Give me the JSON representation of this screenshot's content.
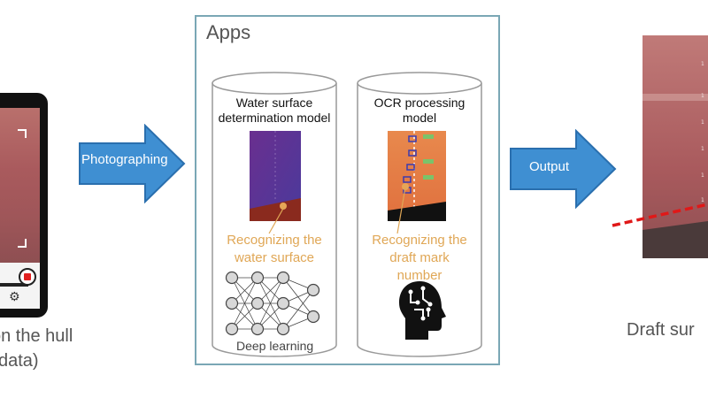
{
  "left": {
    "caption_line1": "on the hull",
    "caption_line2": "data)"
  },
  "arrows": {
    "photographing": "Photographing",
    "output": "Output"
  },
  "apps": {
    "title": "Apps",
    "water_model": {
      "title_line1": "Water surface",
      "title_line2": "determination model",
      "result_line1": "Recognizing the",
      "result_line2": "water surface",
      "footer": "Deep learning"
    },
    "ocr_model": {
      "title_line1": "OCR processing",
      "title_line2": "model",
      "result_line1": "Recognizing the",
      "result_line2": "draft mark",
      "result_line3": "number"
    }
  },
  "right": {
    "caption": "Draft sur"
  },
  "colors": {
    "arrow_fill": "#3f8fd2",
    "apps_border": "#7aa7b5",
    "label_orange": "#e0a756",
    "hull_red": "#a95a5d"
  }
}
